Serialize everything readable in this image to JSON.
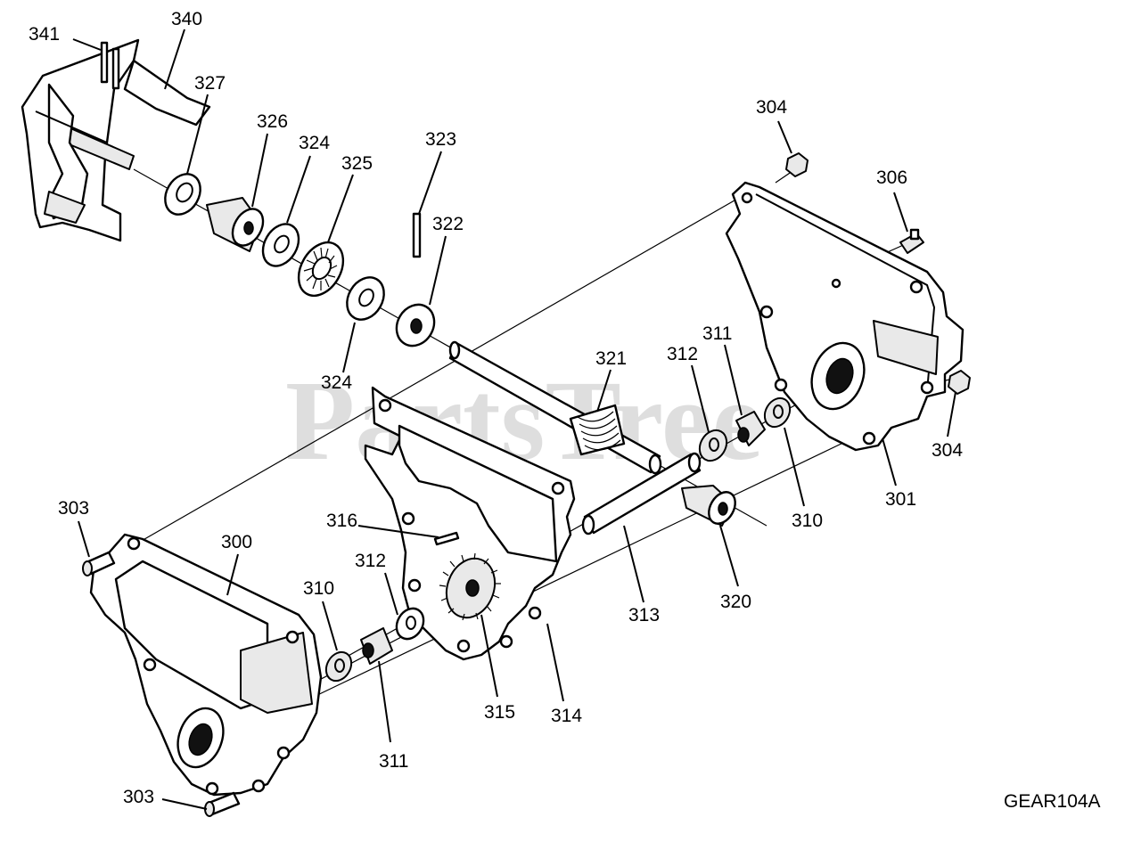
{
  "watermark": "PartsTree",
  "drawing_code": "GEAR104A",
  "callouts": [
    {
      "id": "c341",
      "label": "341"
    },
    {
      "id": "c340",
      "label": "340"
    },
    {
      "id": "c327",
      "label": "327"
    },
    {
      "id": "c326",
      "label": "326"
    },
    {
      "id": "c324a",
      "label": "324"
    },
    {
      "id": "c325",
      "label": "325"
    },
    {
      "id": "c323",
      "label": "323"
    },
    {
      "id": "c322",
      "label": "322"
    },
    {
      "id": "c324b",
      "label": "324"
    },
    {
      "id": "c304a",
      "label": "304"
    },
    {
      "id": "c306",
      "label": "306"
    },
    {
      "id": "c321",
      "label": "321"
    },
    {
      "id": "c312a",
      "label": "312"
    },
    {
      "id": "c311a",
      "label": "311"
    },
    {
      "id": "c304b",
      "label": "304"
    },
    {
      "id": "c301",
      "label": "301"
    },
    {
      "id": "c310a",
      "label": "310"
    },
    {
      "id": "c320",
      "label": "320"
    },
    {
      "id": "c313",
      "label": "313"
    },
    {
      "id": "c303a",
      "label": "303"
    },
    {
      "id": "c300",
      "label": "300"
    },
    {
      "id": "c316",
      "label": "316"
    },
    {
      "id": "c312b",
      "label": "312"
    },
    {
      "id": "c310b",
      "label": "310"
    },
    {
      "id": "c315",
      "label": "315"
    },
    {
      "id": "c314",
      "label": "314"
    },
    {
      "id": "c311b",
      "label": "311"
    },
    {
      "id": "c303b",
      "label": "303"
    }
  ]
}
